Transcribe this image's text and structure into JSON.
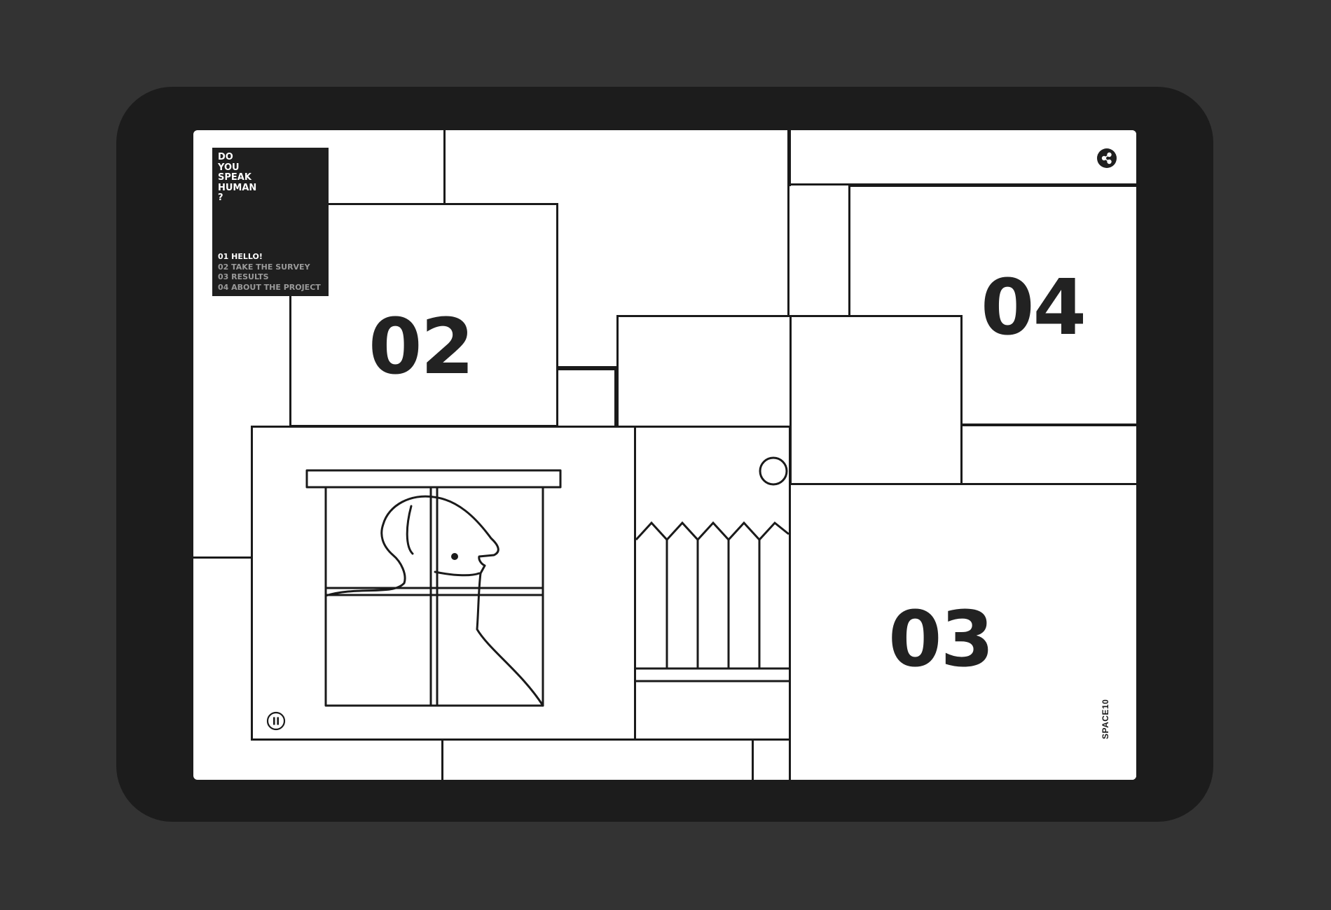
{
  "app": {
    "colors": {
      "background": "#333333",
      "device": "#1c1c1c",
      "screen": "#ffffff",
      "ink": "#1a1a1a"
    }
  },
  "menu": {
    "title_lines": [
      "DO",
      "YOU",
      "SPEAK",
      "HUMAN",
      "?"
    ],
    "items": [
      {
        "label": "01 HELLO!",
        "active": true
      },
      {
        "label": "02 TAKE THE SURVEY",
        "active": false
      },
      {
        "label": "03 RESULTS",
        "active": false
      },
      {
        "label": "04 ABOUT THE PROJECT",
        "active": false
      }
    ]
  },
  "sections": {
    "n02": "02",
    "n03": "03",
    "n04": "04"
  },
  "controls": {
    "share_icon": "share-icon",
    "pause_icon": "pause-icon"
  },
  "brand": {
    "label": "SPACE10"
  }
}
